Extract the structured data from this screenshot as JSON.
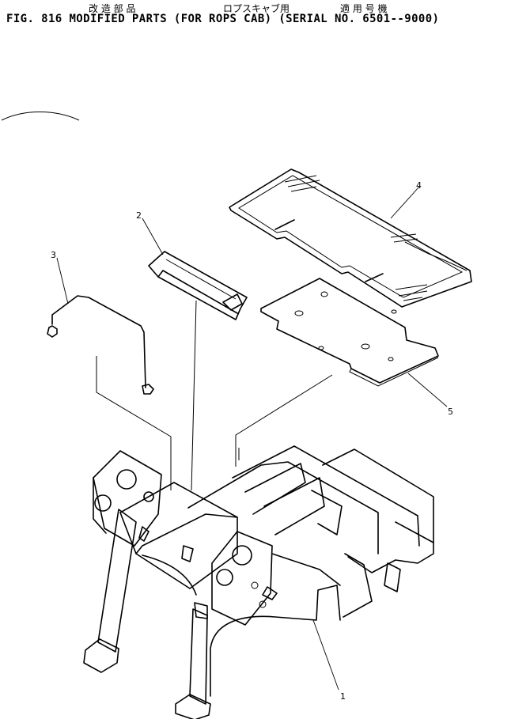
{
  "header": {
    "jp_part1": "改 造 部 品",
    "jp_part2": "ロプスキャブ用",
    "jp_part3": "適 用 号 機",
    "title": "FIG. 816  MODIFIED PARTS (FOR ROPS CAB) (SERIAL NO. 6501--9000)"
  },
  "callouts": {
    "c1": "1",
    "c2": "2",
    "c3": "3",
    "c4": "4",
    "c5": "5"
  }
}
